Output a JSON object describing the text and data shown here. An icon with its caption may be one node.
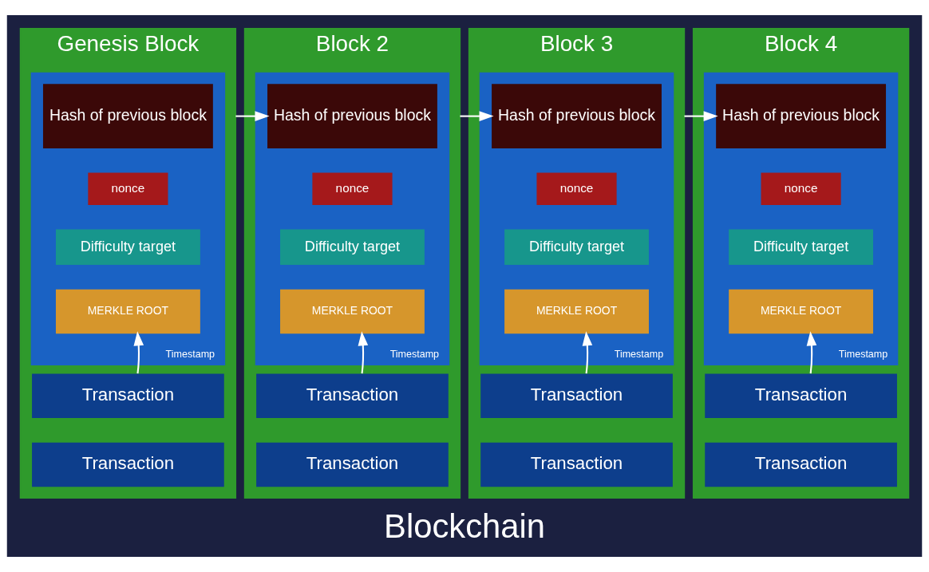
{
  "diagram": {
    "caption": "Blockchain",
    "nodes": [
      {
        "text": [
          "Genesis Block"
        ]
      },
      {
        "text": [
          "Timestamp"
        ],
        "in": 0
      },
      {
        "text": [
          "Hash of previous block"
        ],
        "in": 1
      },
      {
        "text": [
          "nonce"
        ],
        "in": 1
      },
      {
        "text": [
          "Difficulty target"
        ],
        "in": 1
      },
      {
        "text": [
          "MERKLE ROOT"
        ],
        "in": 1
      },
      {
        "text": [
          "Transaction"
        ],
        "in": 0
      },
      {
        "text": [
          "Transaction"
        ],
        "in": 0
      },
      {
        "text": [
          "Block 2"
        ]
      },
      {
        "text": [
          "Timestamp"
        ],
        "in": 8
      },
      {
        "text": [
          "Hash of previous block"
        ],
        "in": 9
      },
      {
        "text": [
          "nonce"
        ],
        "in": 9
      },
      {
        "text": [
          "Difficulty target"
        ],
        "in": 9
      },
      {
        "text": [
          "MERKLE ROOT"
        ],
        "in": 9
      },
      {
        "text": [
          "Transaction"
        ],
        "in": 8
      },
      {
        "text": [
          "Transaction"
        ],
        "in": 8
      },
      {
        "text": [
          "Block 3"
        ]
      },
      {
        "text": [
          "Timestamp"
        ],
        "in": 16
      },
      {
        "text": [
          "Hash of previous block"
        ],
        "in": 17
      },
      {
        "text": [
          "nonce"
        ],
        "in": 17
      },
      {
        "text": [
          "Difficulty target"
        ],
        "in": 17
      },
      {
        "text": [
          "MERKLE ROOT"
        ],
        "in": 17
      },
      {
        "text": [
          "Transaction"
        ],
        "in": 16
      },
      {
        "text": [
          "Transaction"
        ],
        "in": 16
      },
      {
        "text": [
          "Block 4"
        ]
      },
      {
        "text": [
          "Timestamp"
        ],
        "in": 24
      },
      {
        "text": [
          "Hash of previous block"
        ],
        "in": 25
      },
      {
        "text": [
          "nonce"
        ],
        "in": 25
      },
      {
        "text": [
          "Difficulty target"
        ],
        "in": 25
      },
      {
        "text": [
          "MERKLE ROOT"
        ],
        "in": 25
      },
      {
        "text": [
          "Transaction"
        ],
        "in": 24
      },
      {
        "text": [
          "Transaction"
        ],
        "in": 24
      }
    ],
    "edges": [
      {
        "from": 6,
        "to": 5,
        "arrow": "to"
      },
      {
        "from": 0,
        "to": 10,
        "arrow": "to"
      },
      {
        "from": 14,
        "to": 13,
        "arrow": "to"
      },
      {
        "from": 8,
        "to": 18,
        "arrow": "to"
      },
      {
        "from": 22,
        "to": 21,
        "arrow": "to"
      },
      {
        "from": 16,
        "to": 26,
        "arrow": "to"
      },
      {
        "from": 30,
        "to": 29,
        "arrow": "to"
      }
    ]
  }
}
